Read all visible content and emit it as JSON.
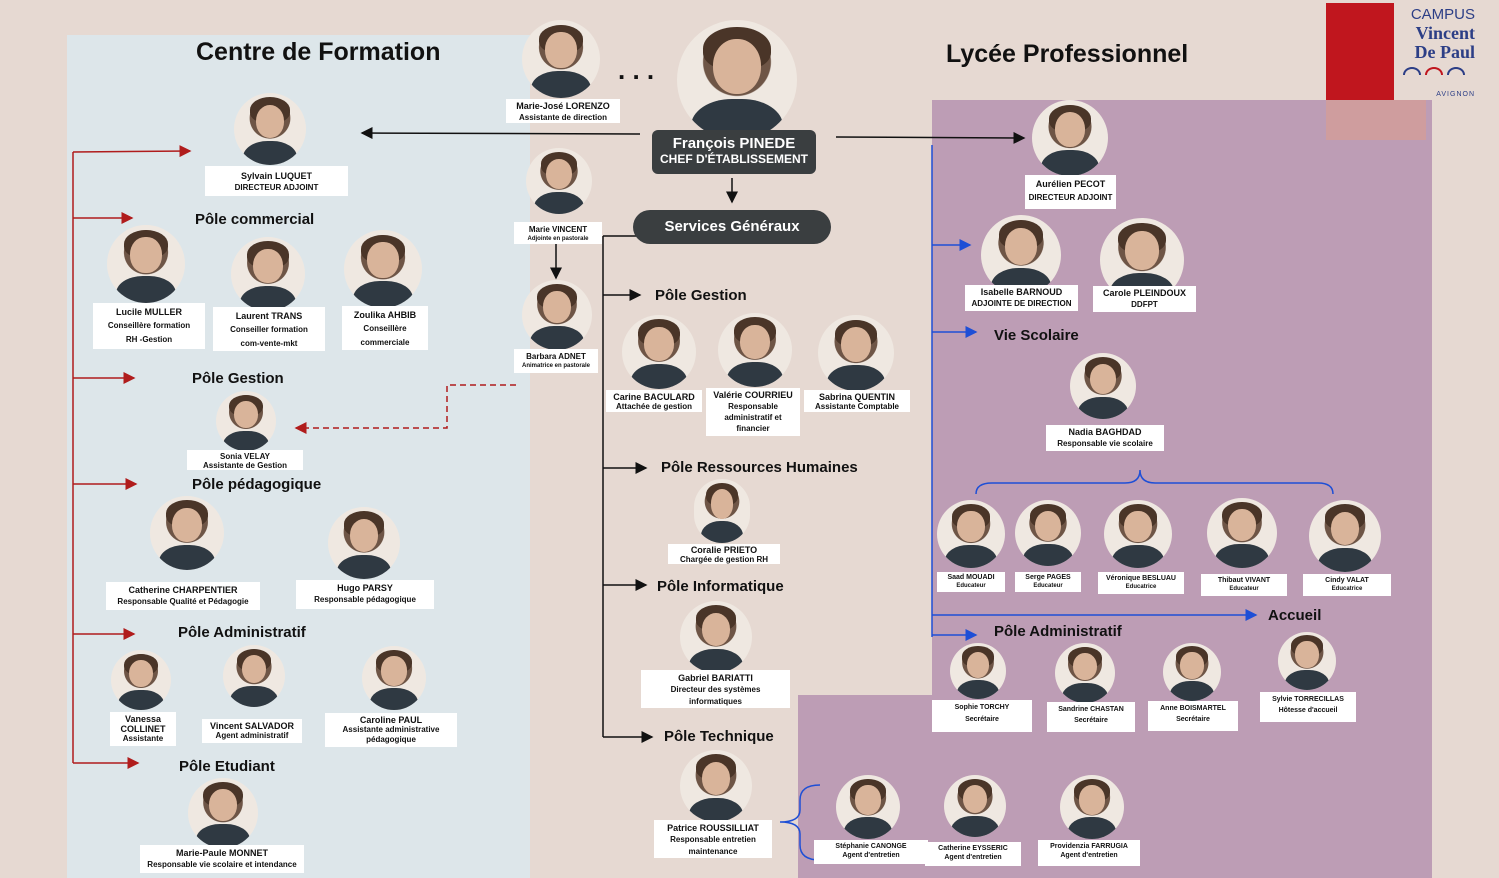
{
  "sections": {
    "left_title": "Centre de Formation",
    "right_title": "Lycée Professionnel",
    "ellipsis": ". . ."
  },
  "logo": {
    "line1": "CAMPUS",
    "line2": "Vincent",
    "line3": "De Paul",
    "line4": "AVIGNON"
  },
  "director": {
    "name": "François PINEDE",
    "role": "CHEF D'ÉTABLISSEMENT"
  },
  "services": "Services Généraux",
  "center_people": {
    "lorenzo": {
      "name": "Marie-José LORENZO",
      "role": "Assistante de direction"
    },
    "vincent": {
      "name": "Marie VINCENT",
      "role": "Adjointe en pastorale"
    },
    "adnet": {
      "name": "Barbara ADNET",
      "role": "Animatrice en pastorale"
    }
  },
  "left": {
    "luquet": {
      "name": "Sylvain LUQUET",
      "role": "DIRECTEUR ADJOINT"
    },
    "pole_commercial": "Pôle commercial",
    "muller": {
      "name": "Lucile MULLER",
      "role": "Conseillère formation",
      "role2": "RH -Gestion"
    },
    "trans": {
      "name": "Laurent TRANS",
      "role": "Conseiller formation",
      "role2": "com-vente-mkt"
    },
    "ahbib": {
      "name": "Zoulika AHBIB",
      "role": "Conseillère",
      "role2": "commerciale"
    },
    "pole_gestion": "Pôle Gestion",
    "velay": {
      "name": "Sonia VELAY",
      "role": "Assistante de Gestion"
    },
    "pole_pedagogique": "Pôle pédagogique",
    "charpentier": {
      "name": "Catherine CHARPENTIER",
      "role": "Responsable Qualité et Pédagogie"
    },
    "parsy": {
      "name": "Hugo PARSY",
      "role": "Responsable pédagogique"
    },
    "pole_administratif": "Pôle Administratif",
    "collinet": {
      "name1": "Vanessa",
      "name2": "COLLINET",
      "role": "Assistante"
    },
    "salvador": {
      "name": "Vincent SALVADOR",
      "role": "Agent administratif"
    },
    "paul": {
      "name": "Caroline PAUL",
      "role": "Assistante administrative",
      "role2": "pédagogique"
    },
    "pole_etudiant": "Pôle Etudiant",
    "monnet": {
      "name": "Marie-Paule MONNET",
      "role": "Responsable vie scolaire et intendance"
    }
  },
  "middle": {
    "pole_gestion": "Pôle Gestion",
    "baculard": {
      "name": "Carine BACULARD",
      "role": "Attachée de gestion"
    },
    "courrieu": {
      "name": "Valérie COURRIEU",
      "role": "Responsable",
      "role2": "administratif et",
      "role3": "financier"
    },
    "quentin": {
      "name": "Sabrina QUENTIN",
      "role": "Assistante Comptable"
    },
    "pole_rh": "Pôle Ressources Humaines",
    "prieto": {
      "name": "Coralie PRIETO",
      "role": "Chargée de gestion RH"
    },
    "pole_info": "Pôle Informatique",
    "bariatti": {
      "name": "Gabriel BARIATTI",
      "role": "Directeur des systèmes",
      "role2": "informatiques"
    },
    "pole_technique": "Pôle Technique",
    "roussilliat": {
      "name": "Patrice ROUSSILLIAT",
      "role": "Responsable entretien",
      "role2": "maintenance"
    },
    "canonge": {
      "name": "Stéphanie CANONGE",
      "role": "Agent d'entretien"
    },
    "eysseric": {
      "name": "Catherine EYSSERIC",
      "role": "Agent d'entretien"
    },
    "farrugia": {
      "name": "Providenzia FARRUGIA",
      "role": "Agent d'entretien"
    }
  },
  "right": {
    "pecot": {
      "name": "Aurélien PECOT",
      "role": "DIRECTEUR ADJOINT"
    },
    "barnoud": {
      "name": "Isabelle BARNOUD",
      "role": "ADJOINTE DE DIRECTION"
    },
    "pleindoux": {
      "name": "Carole PLEINDOUX",
      "role": "DDFPT"
    },
    "vie_scolaire": "Vie Scolaire",
    "baghdad": {
      "name": "Nadia BAGHDAD",
      "role": "Responsable vie scolaire"
    },
    "mouadi": {
      "name": "Saad MOUADI",
      "role": "Educateur"
    },
    "pages": {
      "name": "Serge PAGES",
      "role": "Educateur"
    },
    "besluau": {
      "name": "Véronique BESLUAU",
      "role": "Educatrice"
    },
    "vivant": {
      "name": "Thibaut VIVANT",
      "role": "Educateur"
    },
    "valat": {
      "name": "Cindy VALAT",
      "role": "Educatrice"
    },
    "accueil": "Accueil",
    "pole_administratif": "Pôle Administratif",
    "torchy": {
      "name": "Sophie TORCHY",
      "role": "Secrétaire"
    },
    "chastan": {
      "name": "Sandrine CHASTAN",
      "role": "Secrétaire"
    },
    "boismartel": {
      "name": "Anne BOISMARTEL",
      "role": "Secrétaire"
    },
    "torrecillas": {
      "name": "Sylvie TORRECILLAS",
      "role": "Hôtesse d'accueil"
    }
  },
  "colors": {
    "left_arrow": "#b01c1c",
    "right_arrow": "#1e4fd6",
    "black_arrow": "#111111"
  }
}
